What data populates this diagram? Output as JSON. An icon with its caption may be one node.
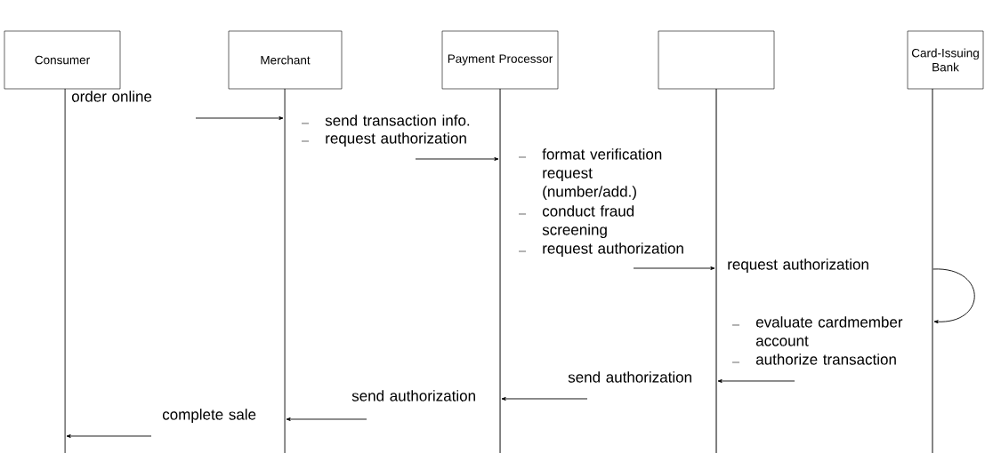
{
  "diagram": {
    "nodes": [
      {
        "text": [
          "Consumer"
        ]
      },
      {
        "text": [
          "Merchant"
        ]
      },
      {
        "text": [
          "Payment Processor"
        ]
      },
      {
        "text": [],
        "shape": "box"
      },
      {
        "text": [
          "Card-Issuing Bank"
        ]
      },
      {
        "text": [],
        "shape": "bar"
      },
      {
        "text": [],
        "shape": "bar"
      },
      {
        "text": [],
        "shape": "bar"
      },
      {
        "text": [],
        "shape": "bar"
      },
      {
        "text": [],
        "shape": "bar"
      }
    ],
    "edges": [
      {
        "from": null,
        "to": 6,
        "arrow": "to"
      },
      {
        "from": null,
        "to": 7,
        "arrow": "to"
      },
      {
        "from": null,
        "to": 8,
        "arrow": "to"
      },
      {
        "from": 9,
        "to": 9,
        "arrow": "to"
      },
      {
        "from": null,
        "to": 8,
        "arrow": "to"
      },
      {
        "from": null,
        "to": 7,
        "arrow": "to"
      },
      {
        "from": null,
        "to": 6,
        "arrow": "to"
      },
      {
        "from": null,
        "to": 5,
        "arrow": "to"
      }
    ],
    "labels": [
      "order online",
      "send transaction info.",
      "request authorization",
      "format verification request (number/add.)",
      "conduct fraud screening",
      "request authorization",
      "request authorization",
      "evaluate cardmember account",
      "authorize transaction",
      "send authorization",
      "send authorization",
      "complete sale"
    ]
  }
}
